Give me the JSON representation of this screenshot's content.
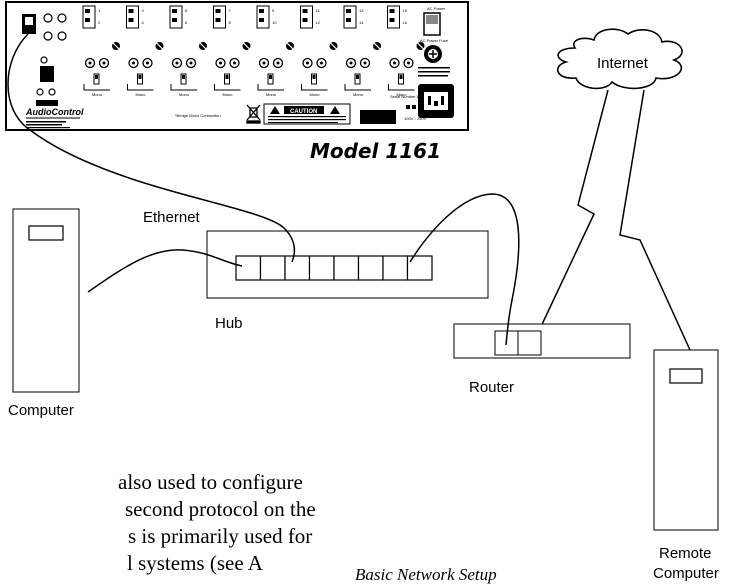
{
  "panel": {
    "brand": "AudioControl",
    "model": "Model 1161",
    "caution": "CAUTION",
    "footnote": "*Bridge Mono Connection",
    "serial_label": "Serial Number",
    "power_label": "AC Power",
    "fuse_label": "AC Power Fuse",
    "watt_label": "1000 watts",
    "voltage_label": "100V - 240V",
    "mono_label": "Mono",
    "channels": [
      "1",
      "2",
      "3",
      "4",
      "5",
      "6",
      "7",
      "8",
      "9",
      "10",
      "11",
      "12",
      "13",
      "14",
      "15",
      "16"
    ]
  },
  "labels": {
    "internet": "Internet",
    "ethernet": "Ethernet",
    "hub": "Hub",
    "router": "Router",
    "computer": "Computer",
    "remote_line1": "Remote",
    "remote_line2": "Computer",
    "caption": "Basic Network Setup"
  },
  "body_text": [
    "also used to configure",
    "second protocol on the",
    "s is primarily used for",
    "l systems (see A"
  ]
}
